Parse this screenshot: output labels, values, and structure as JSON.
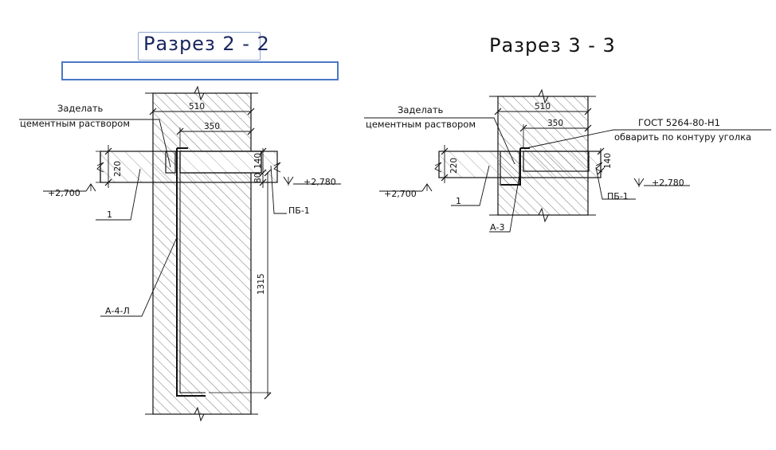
{
  "section_a": {
    "title": "Разрез 2 - 2",
    "note_line1": "Заделать",
    "note_line2": "цементным раствором",
    "dim_510": "510",
    "dim_350": "350",
    "dim_220": "220",
    "dim_140": "140",
    "dim_80": "80",
    "dim_1315": "1315",
    "level_left": "+2,700",
    "level_right": "+2,780",
    "label_1": "1",
    "label_pb": "ПБ-1",
    "label_angle": "А-4-Л"
  },
  "section_b": {
    "title": "Разрез 3 - 3",
    "note_line1": "Заделать",
    "note_line2": "цементным раствором",
    "gost_line1": "ГОСТ 5264-80-Н1",
    "gost_line2": "обварить по контуру уголка",
    "dim_510": "510",
    "dim_350": "350",
    "dim_220": "220",
    "dim_140": "140",
    "level_left": "+2,700",
    "level_right": "+2,780",
    "label_1": "1",
    "label_pb": "ПБ-1",
    "label_angle": "А-3"
  }
}
